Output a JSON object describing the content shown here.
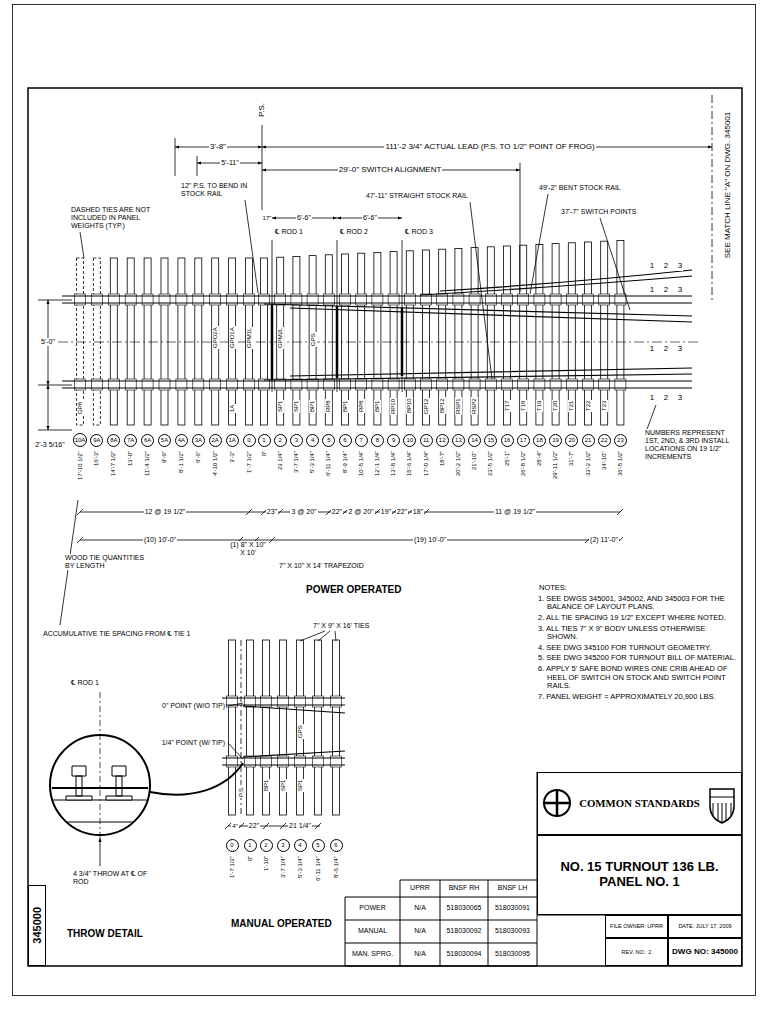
{
  "diagram": {
    "nodes": [
      {
        "text": [
          "COMMON STANDARDS"
        ]
      },
      {
        "text": [
          "NO. 15 TURNOUT 136 LB. PANEL NO. 1"
        ]
      },
      {
        "text": [
          "FILE OWNER: UPRR"
        ]
      },
      {
        "text": [
          "DATE: JULY 17, 2009"
        ]
      },
      {
        "text": [
          "REV. NO.: 2"
        ]
      },
      {
        "text": [
          "DWG NO: 345000"
        ]
      },
      {
        "text": [
          "345000"
        ]
      },
      {
        "text": [
          "10A"
        ]
      },
      {
        "text": [
          "9A"
        ]
      },
      {
        "text": [
          "8A"
        ]
      },
      {
        "text": [
          "7A"
        ]
      },
      {
        "text": [
          "6A"
        ]
      },
      {
        "text": [
          "5A"
        ]
      },
      {
        "text": [
          "4A"
        ]
      },
      {
        "text": [
          "3A"
        ]
      },
      {
        "text": [
          "2A"
        ]
      },
      {
        "text": [
          "1A"
        ]
      },
      {
        "text": [
          "0"
        ]
      },
      {
        "text": [
          "1"
        ]
      },
      {
        "text": [
          "2"
        ]
      },
      {
        "text": [
          "3"
        ]
      },
      {
        "text": [
          "4"
        ]
      },
      {
        "text": [
          "5"
        ]
      },
      {
        "text": [
          "6"
        ]
      },
      {
        "text": [
          "7"
        ]
      },
      {
        "text": [
          "8"
        ]
      },
      {
        "text": [
          "9"
        ]
      },
      {
        "text": [
          "10"
        ]
      },
      {
        "text": [
          "11"
        ]
      },
      {
        "text": [
          "12"
        ]
      },
      {
        "text": [
          "13"
        ]
      },
      {
        "text": [
          "14"
        ]
      },
      {
        "text": [
          "15"
        ]
      },
      {
        "text": [
          "16"
        ]
      },
      {
        "text": [
          "17"
        ]
      },
      {
        "text": [
          "18"
        ]
      },
      {
        "text": [
          "19"
        ]
      },
      {
        "text": [
          "20"
        ]
      },
      {
        "text": [
          "21"
        ]
      },
      {
        "text": [
          "22"
        ]
      },
      {
        "text": [
          "23"
        ]
      },
      {
        "text": [
          "0"
        ]
      },
      {
        "text": [
          "1"
        ]
      },
      {
        "text": [
          "2"
        ]
      },
      {
        "text": [
          "3"
        ]
      },
      {
        "text": [
          "4"
        ]
      },
      {
        "text": [
          "5"
        ]
      },
      {
        "text": [
          "6"
        ]
      }
    ],
    "labels": [
      "P.S.",
      "3'-8\"",
      "5'-11\"",
      "111'-2 3/4\" ACTUAL LEAD (P.S. TO 1/2\" POINT OF FROG)",
      "29'-0\" SWITCH ALIGNMENT",
      "12\" P.S. TO BEND IN STOCK RAIL",
      "47'-11\" STRAIGHT STOCK RAIL",
      "49'-2\" BENT STOCK RAIL",
      "37'-7\" SWITCH POINTS",
      "SEE MATCH LINE \"A\" ON DWG. 345001",
      "DASHED TIES ARE NOT INCLUDED IN PANEL WEIGHTS (TYP.)",
      "17\"",
      "6'-6\"",
      "6'-6\"",
      "℄ ROD 1",
      "℄ ROD 2",
      "℄ ROD 3",
      "5'-0\"",
      "2'-3 5/16\"",
      "12 @ 19 1/2\"",
      "23\"",
      "3 @ 20\"",
      "22\"",
      "2 @ 20\"",
      "19\"",
      "22\"",
      "18\"",
      "11 @ 19 1/2\"",
      "WOOD TIE QUANTITIES BY LENGTH",
      "(10) 10'-0\"",
      "(1) 8\" X 10\" X 10'",
      "7\" X 10\" X 14' TRAPEZOID",
      "(19) 10'-0\"",
      "(2) 11'-0\"",
      "POWER OPERATED",
      "ACCUMULATIVE TIE SPACING FROM ℄ TIE 1",
      "NUMBERS REPRESENT 1ST, 2ND, & 3RD INSTALL LOCATIONS ON 19 1/2\" INCREMENTS",
      "7\" X 9\" X 16' TIES",
      "0\" POINT (W/O TIP)",
      "1/4\" POINT (W/ TIP)",
      "℄ ROD 1",
      "4 3/4\" THROW AT ℄ OF ROD",
      "THROW DETAIL",
      "MANUAL OPERATED",
      "4\"",
      "22\"",
      "21 1/4\"",
      "P.S.",
      "NOTES:",
      "1. SEE DWGS 345001, 345002, AND 345003 FOR THE BALANCE OF LAYOUT PLANS.",
      "2. ALL TIE SPACING 19 1/2\" EXCEPT WHERE NOTED.",
      "3. ALL TIES 7\" X 9\" BODY UNLESS OTHERWISE SHOWN.",
      "4. SEE DWG 345100 FOR TURNOUT GEOMETRY.",
      "5. SEE DWG 345200 FOR TURNOUT BILL OF MATERIAL.",
      "6. APPLY 5' SAFE BOND WIRES ONE CRIB AHEAD OF HEEL OF SWITCH ON STOCK AND SWITCH POINT RAILS.",
      "7. PANEL WEIGHT = APPROXIMATELY 20,900 LBS.",
      "17'-10 1/2\"",
      "16'-3\"",
      "14'-7 1/2\"",
      "13'-0\"",
      "11'-4 1/2\"",
      "9'-9\"",
      "8'-1 1/2\"",
      "6'-6\"",
      "4'-10 1/2\"",
      "3'-3\"",
      "1'-7 1/2\"",
      "0\"",
      "23 1/4\"",
      "3'-7 1/4\"",
      "5'-3 1/4\"",
      "6'-11 1/4\"",
      "8'-9 1/4\"",
      "10'-5 1/4\"",
      "12'-1 1/4\"",
      "13'-8 1/4\"",
      "15'-6 1/4\"",
      "17'-0 1/4\"",
      "18'-7\"",
      "20'-2 1/2\"",
      "21'-10\"",
      "23'-5 1/2\"",
      "25'-1\"",
      "26'-8 1/2\"",
      "28'-4\"",
      "29'-11 1/2\"",
      "31'-7\"",
      "33'-2 1/2\"",
      "34'-10\"",
      "36'-5 1/2\"",
      "1'-7 1/2\"",
      "0\"",
      "1'-10\"",
      "3'-7 1/4\"",
      "5'-3 1/4\"",
      "6'-11 1/4\"",
      "8'-6 1/4\"",
      "UPRR",
      "BNSF RH",
      "BNSF LH",
      "POWER",
      "N/A",
      "518030065",
      "518030091",
      "MANUAL",
      "N/A",
      "518030092",
      "518030093",
      "MAN. SPRG.",
      "N/A",
      "518030094",
      "518030095",
      "1",
      "2",
      "3",
      "1",
      "2",
      "3",
      "1",
      "2",
      "3",
      "1",
      "2",
      "3",
      "GPO2A",
      "GPO1A",
      "GPM1L",
      "GPM2L",
      "GPS",
      "GP8",
      "1A",
      "SP1",
      "SP1",
      "BP1",
      "RP8",
      "BP1",
      "RP8",
      "BP1",
      "RP10",
      "BP10",
      "GP12",
      "BP12",
      "RSP1",
      "RSP2",
      "T17",
      "T18",
      "T19",
      "T20",
      "T21",
      "T22",
      "T23",
      "BP1",
      "SP1",
      "SP1",
      "GPS"
    ]
  }
}
